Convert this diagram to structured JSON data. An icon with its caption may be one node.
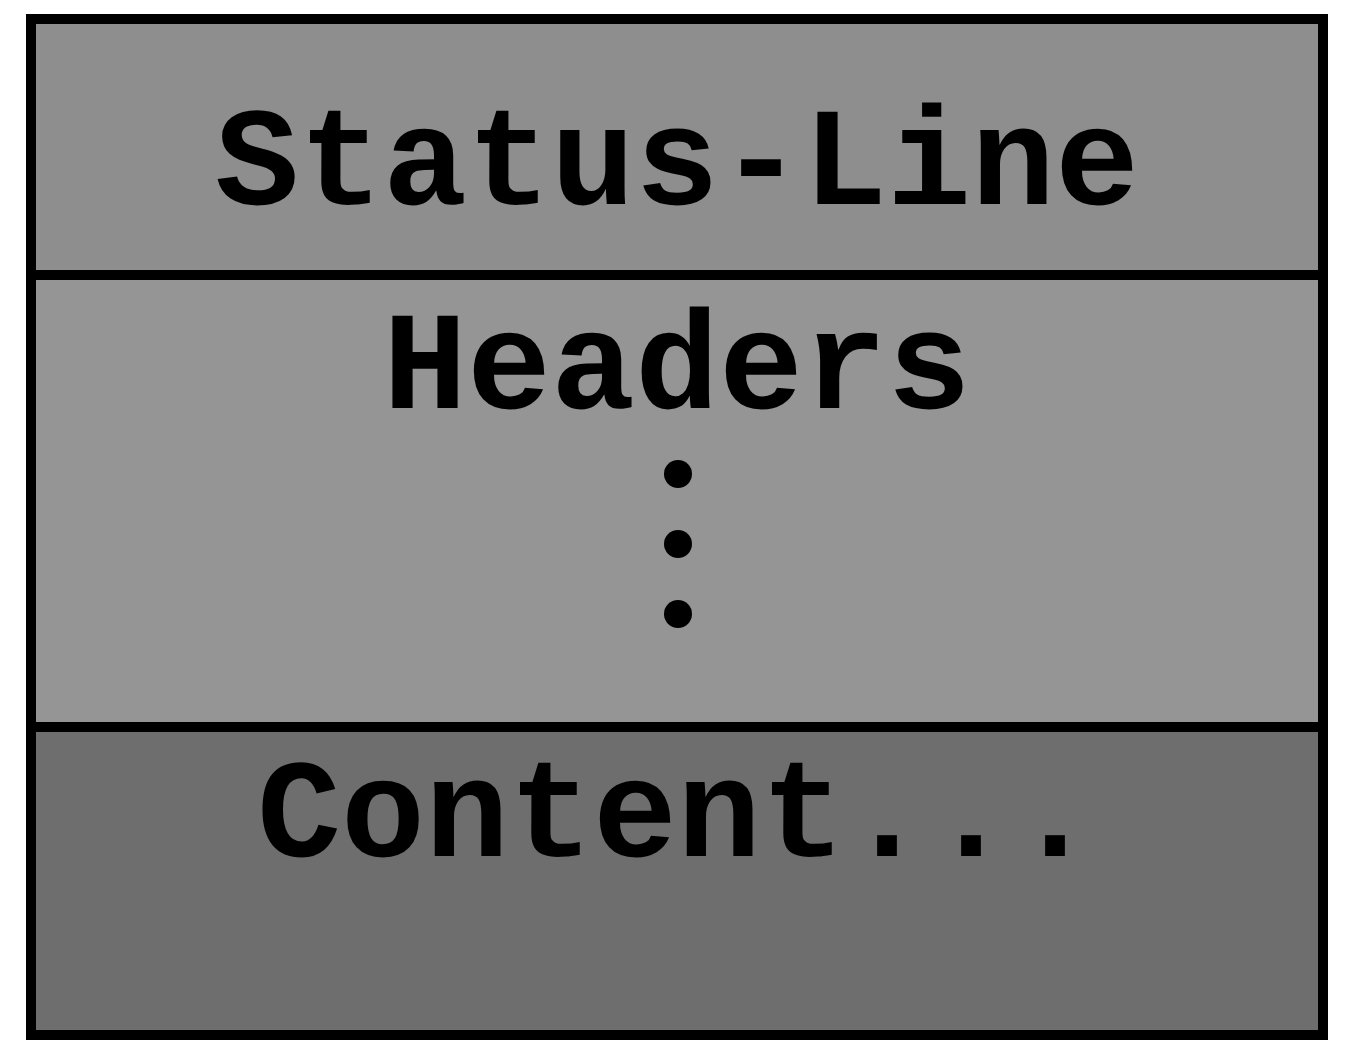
{
  "diagram": {
    "nodes": [
      {
        "text": [
          "Status-Line"
        ]
      },
      {
        "text": [
          "Headers"
        ]
      },
      {
        "text": [
          "Content..."
        ]
      }
    ]
  }
}
